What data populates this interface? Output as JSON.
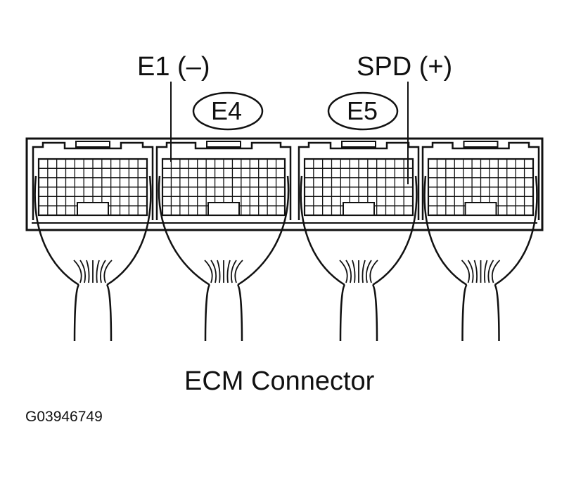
{
  "labels": {
    "pin_left": "E1 (–)",
    "pin_right": "SPD (+)",
    "connector_left": "E4",
    "connector_right": "E5"
  },
  "caption": "ECM Connector",
  "figure_code": "G03946749",
  "connectors": [
    {
      "name": ""
    },
    {
      "name": "E4"
    },
    {
      "name": "E5"
    },
    {
      "name": ""
    }
  ],
  "colors": {
    "line": "#111111",
    "background": "#ffffff"
  }
}
